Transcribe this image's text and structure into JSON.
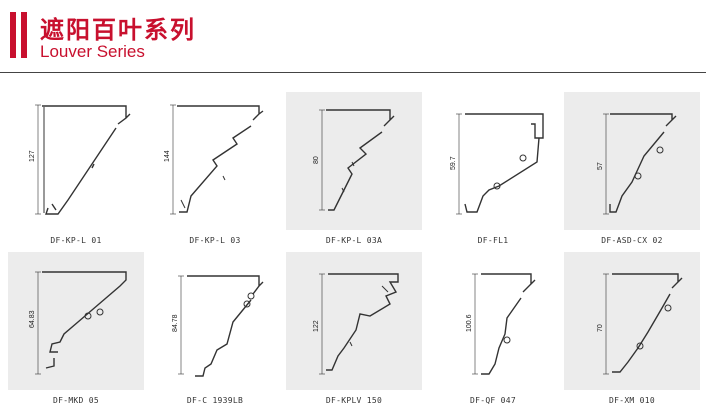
{
  "header": {
    "title_cn": "遮阳百叶系列",
    "title_en": "Louver Series",
    "accent_color": "#c8102e"
  },
  "products": [
    {
      "name": "DF-KP-L 01",
      "height": "127"
    },
    {
      "name": "DF-KP-L 03",
      "height": "144"
    },
    {
      "name": "DF-KP-L 03A",
      "height": "80"
    },
    {
      "name": "DF-FL1",
      "height": "59.7"
    },
    {
      "name": "DF-ASD-CX 02",
      "height": "57"
    },
    {
      "name": "DF-MKD 05",
      "height": "64.83"
    },
    {
      "name": "DF-C 1939LB",
      "height": "84.78"
    },
    {
      "name": "DF-KPLV 150",
      "height": "122"
    },
    {
      "name": "DF-QF 047",
      "height": "100.6"
    },
    {
      "name": "DF-XM 010",
      "height": "70"
    }
  ]
}
